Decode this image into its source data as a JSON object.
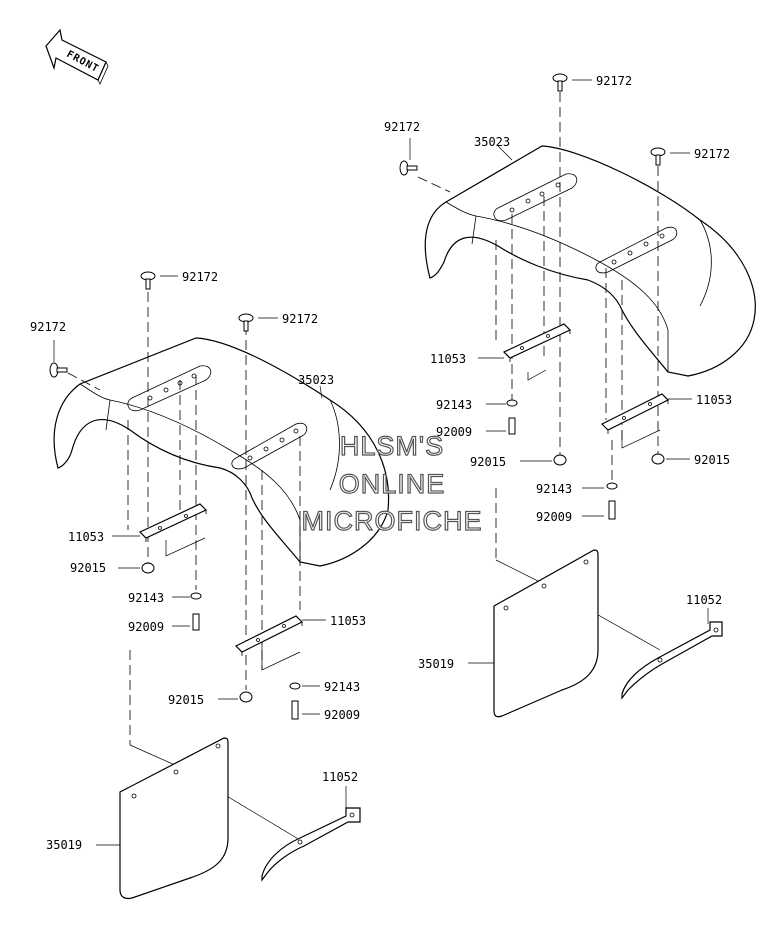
{
  "front_label": "FRONT",
  "watermark": [
    "HLSM'S",
    "ONLINE",
    "MICROFICHE"
  ],
  "callouts": [
    {
      "id": "c1",
      "text": "92172"
    },
    {
      "id": "c2",
      "text": "92172"
    },
    {
      "id": "c3",
      "text": "35023"
    },
    {
      "id": "c4",
      "text": "92172"
    },
    {
      "id": "c5",
      "text": "11053"
    },
    {
      "id": "c6",
      "text": "92143"
    },
    {
      "id": "c7",
      "text": "92009"
    },
    {
      "id": "c8",
      "text": "92015"
    },
    {
      "id": "c9",
      "text": "11053"
    },
    {
      "id": "c10",
      "text": "92015"
    },
    {
      "id": "c11",
      "text": "92143"
    },
    {
      "id": "c12",
      "text": "92009"
    },
    {
      "id": "c13",
      "text": "11052"
    },
    {
      "id": "c14",
      "text": "35019"
    },
    {
      "id": "c15",
      "text": "92172"
    },
    {
      "id": "c16",
      "text": "92172"
    },
    {
      "id": "c17",
      "text": "92172"
    },
    {
      "id": "c18",
      "text": "35023"
    },
    {
      "id": "c19",
      "text": "11053"
    },
    {
      "id": "c20",
      "text": "92015"
    },
    {
      "id": "c21",
      "text": "92143"
    },
    {
      "id": "c22",
      "text": "92009"
    },
    {
      "id": "c23",
      "text": "11053"
    },
    {
      "id": "c24",
      "text": "92015"
    },
    {
      "id": "c25",
      "text": "92143"
    },
    {
      "id": "c26",
      "text": "92009"
    },
    {
      "id": "c27",
      "text": "11052"
    },
    {
      "id": "c28",
      "text": "35019"
    }
  ]
}
